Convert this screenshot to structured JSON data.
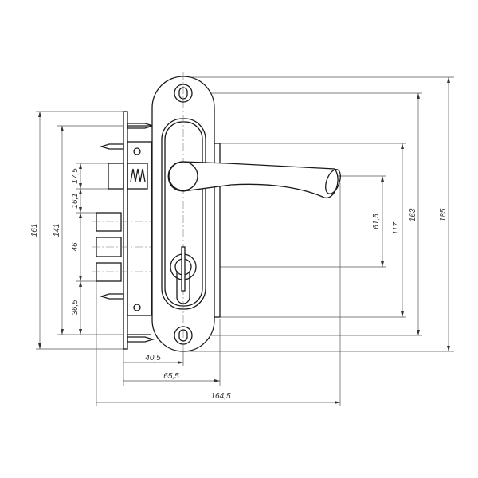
{
  "title": "Door lock with handles — dimension drawing",
  "dimensions": {
    "overall_height_plate": "185",
    "screw_spacing": "163",
    "inner_escutcheon": "117",
    "handle_to_cylinder": "61,5",
    "faceplate_height": "161",
    "mortise_height": "141",
    "latch_height": "17,5",
    "latch_to_bolt": "16,1",
    "bolt_height": "46",
    "bolt_to_bottom": "36,5",
    "backset": "40,5",
    "body_depth": "65,5",
    "handle_length": "164,5"
  }
}
